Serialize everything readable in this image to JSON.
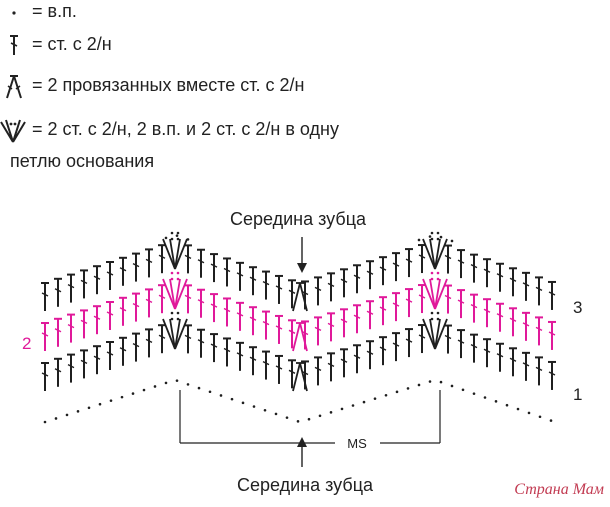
{
  "legend": [
    {
      "symbol": "chain-dot",
      "text": "= в.п."
    },
    {
      "symbol": "double-crochet",
      "text": "= ст. с 2/н"
    },
    {
      "symbol": "dc2tog",
      "text": "= 2 провязанных вместе ст. с 2/н"
    },
    {
      "symbol": "v-stitch-group",
      "text": "= 2 ст. с 2/н, 2 в.п. и 2 ст. с 2/н в одну"
    }
  ],
  "legend_continuation": "петлю основания",
  "diagram": {
    "top_label": "Середина зубца",
    "bottom_label": "Середина зубца",
    "repeat_label": "MS",
    "row_labels": {
      "row1": "1",
      "row2": "2",
      "row3": "3"
    },
    "colors": {
      "dark_rows": "#1f1f1f",
      "accent_row": "#e0199a"
    }
  },
  "watermark": "Страна Мам"
}
